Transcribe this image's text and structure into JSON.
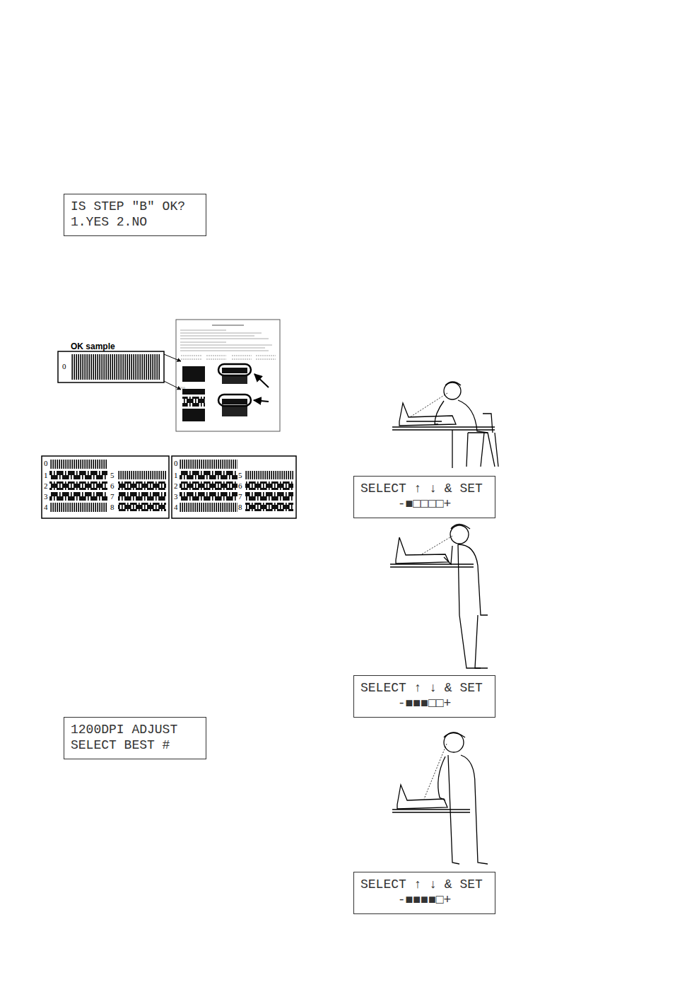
{
  "diagram": {
    "nodes": [
      {
        "text": [
          "IS STEP \"B\" OK? 1.YES 2.NO"
        ]
      },
      {
        "text": [
          "1200DPI ADJUST SELECT BEST #"
        ]
      },
      {
        "text": [
          "SELECT ↑ ↓ & SET",
          "-■□□□□+"
        ]
      },
      {
        "text": [
          "SELECT ↑ ↓ & SET",
          "-■■■□□+"
        ]
      },
      {
        "text": [
          "SELECT ↑ ↓ & SET",
          "-■■■■□+"
        ]
      }
    ],
    "labels": [
      "OK sample",
      "0",
      "0",
      "1",
      "2",
      "3",
      "4",
      "5",
      "6",
      "7",
      "8",
      "0",
      "1",
      "2",
      "3",
      "4",
      "5",
      "6",
      "7",
      "8"
    ]
  }
}
